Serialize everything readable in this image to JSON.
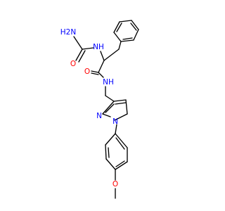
{
  "colors": {
    "bond": "#000000",
    "nitrogen": "#0000ff",
    "oxygen": "#ff0000",
    "background": "#ffffff"
  },
  "labels": {
    "nh2": "H2N",
    "o_urea": "O",
    "nh_urea": "NH",
    "o_amide": "O",
    "n_amide": "N",
    "h_amide": "H",
    "n_pyr2": "N",
    "n_pyr1": "N",
    "o_ether": "O"
  }
}
